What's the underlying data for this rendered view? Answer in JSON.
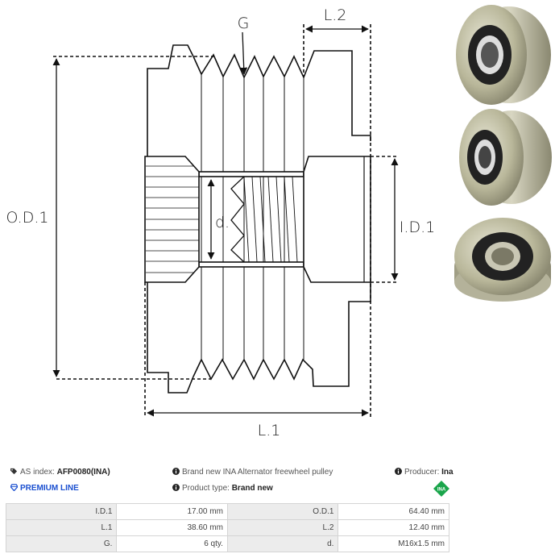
{
  "diagram": {
    "labels": {
      "groove": "G",
      "outer_diameter": "O.D.1",
      "inner_diameter": "I.D.1",
      "length_total": "L.1",
      "length_hub": "L.2",
      "thread": "d."
    }
  },
  "photos": [
    {
      "name": "pulley-photo-front-angle"
    },
    {
      "name": "pulley-photo-side-angle"
    },
    {
      "name": "pulley-photo-rear-angle"
    }
  ],
  "info": {
    "as_index_label": "AS index:",
    "as_index_value": "AFP0080(INA)",
    "premium_label": "PREMIUM LINE",
    "description": "Brand new INA Alternator freewheel pulley",
    "product_type_label": "Product type:",
    "product_type_value": "Brand new",
    "producer_label": "Producer:",
    "producer_value": "Ina",
    "brand_logo_text": "INA",
    "colors": {
      "premium": "#1a4fd0",
      "brand_logo": "#1aa54b"
    }
  },
  "specs": [
    {
      "label_a": "I.D.1",
      "value_a": "17.00 mm",
      "label_b": "O.D.1",
      "value_b": "64.40 mm"
    },
    {
      "label_a": "L.1",
      "value_a": "38.60 mm",
      "label_b": "L.2",
      "value_b": "12.40 mm"
    },
    {
      "label_a": "G.",
      "value_a": "6 qty.",
      "label_b": "d.",
      "value_b": "M16x1.5 mm"
    }
  ]
}
